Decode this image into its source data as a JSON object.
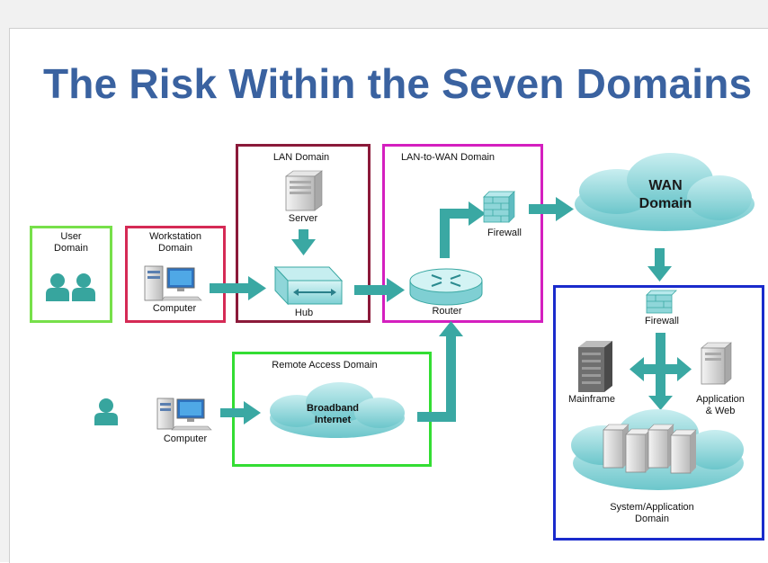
{
  "title": "The Risk Within the Seven Domains",
  "colors": {
    "title": "#3a62a0",
    "arrow": "#3aa8a3",
    "user_box": "#77e04a",
    "workstation_box": "#d52a55",
    "lan_box": "#8b1a3a",
    "lan_to_wan_box": "#d41fbf",
    "remote_box": "#33dd33",
    "system_box": "#1a2bcc",
    "cloud": "#8fd6d9",
    "person_icon": "#37a59e"
  },
  "domains": {
    "user": [
      "User",
      "Domain"
    ],
    "workstation": [
      "Workstation",
      "Domain"
    ],
    "lan": "LAN Domain",
    "lan_to_wan": "LAN-to-WAN Domain",
    "wan": [
      "WAN",
      "Domain"
    ],
    "remote_access": "Remote Access Domain",
    "system_application": [
      "System/Application",
      "Domain"
    ]
  },
  "devices": {
    "computer_workstation": "Computer",
    "server": "Server",
    "hub": "Hub",
    "router": "Router",
    "firewall_lan_wan": "Firewall",
    "firewall_system": "Firewall",
    "mainframe": "Mainframe",
    "application_web": [
      "Application",
      "& Web"
    ],
    "computer_remote": "Computer",
    "broadband_internet": [
      "Broadband",
      "Internet"
    ]
  },
  "icons": [
    "users-icon",
    "computer-icon",
    "server-icon",
    "hub-icon",
    "router-icon",
    "firewall-icon",
    "cloud-icon",
    "mainframe-icon",
    "person-icon",
    "server-cluster-icon"
  ]
}
